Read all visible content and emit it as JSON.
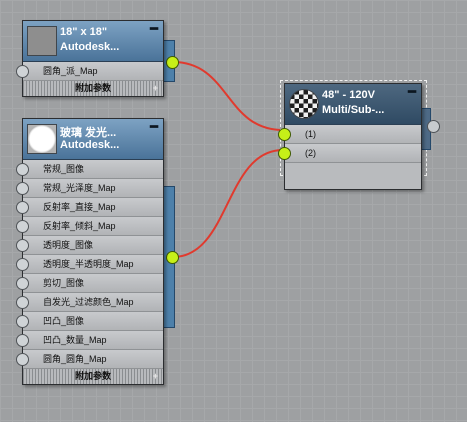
{
  "colors": {
    "wire": "#e03a2e",
    "node_header": "#5a84aa",
    "socket_active": "#c6f018"
  },
  "icons": {
    "checker": "checker-sphere-icon",
    "white": "white-sphere-icon",
    "grey": "grey-swatch-icon"
  },
  "node1": {
    "title_line1": "18\" x 18\"",
    "title_line2": "Autodesk...",
    "collapse": "━",
    "rows": [
      "圆角_派_Map"
    ],
    "footer": "附加参数",
    "footer_plus": "+"
  },
  "node2": {
    "title_line1": "玻璃 发光...",
    "title_line2": "Autodesk...",
    "collapse": "━",
    "rows": [
      "常规_图像",
      "常规_光泽度_Map",
      "反射率_直接_Map",
      "反射率_倾斜_Map",
      "透明度_图像",
      "透明度_半透明度_Map",
      "剪切_图像",
      "自发光_过滤颜色_Map",
      "凹凸_图像",
      "凹凸_数量_Map",
      "圆角_圆角_Map"
    ],
    "footer": "附加参数",
    "footer_plus": "+"
  },
  "node3": {
    "title_line1": "48\" - 120V",
    "title_line2": "Multi/Sub-...",
    "collapse": "━",
    "rows": [
      "(1)",
      "(2)"
    ]
  }
}
